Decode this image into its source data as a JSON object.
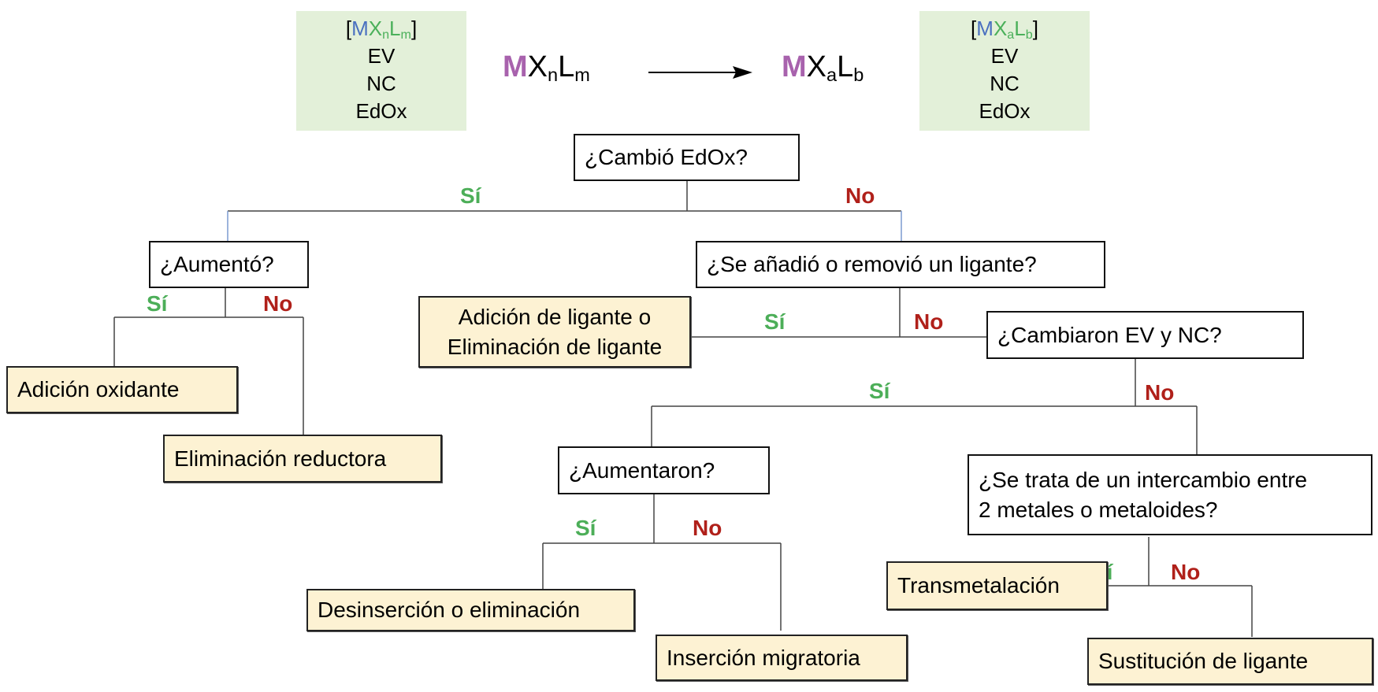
{
  "header": {
    "left_panel": {
      "formula": {
        "open": "[",
        "M": "M",
        "X": "X",
        "n": "n",
        "L": "L",
        "m": "m",
        "close": "]"
      },
      "rows": [
        "EV",
        "NC",
        "EdOx"
      ]
    },
    "reactant": {
      "M": "M",
      "X": "X",
      "n": "n",
      "L": "L",
      "m": "m"
    },
    "product": {
      "M": "M",
      "X": "X",
      "a": "a",
      "L": "L",
      "b": "b"
    },
    "right_panel": {
      "formula": {
        "open": "[",
        "M": "M",
        "X": "X",
        "a": "a",
        "L": "L",
        "b": "b",
        "close": "]"
      },
      "rows": [
        "EV",
        "NC",
        "EdOx"
      ]
    }
  },
  "labels": {
    "yes": "Sí",
    "no": "No"
  },
  "questions": {
    "q1": "¿Cambió EdOx?",
    "q2": "¿Aumentó?",
    "q3": "¿Se añadió o removió un ligante?",
    "q4": "¿Cambiaron EV y NC?",
    "q5": "¿Aumentaron?",
    "q6_line1": "¿Se trata de un intercambio entre",
    "q6_line2": "2 metales o metaloides?"
  },
  "results": {
    "oxidative_addition": "Adición oxidante",
    "reductive_elimination": "Eliminación reductora",
    "ligand_add_line1": "Adición de ligante o",
    "ligand_add_line2": "Eliminación de ligante",
    "deinsertion": "Desinserción o eliminación",
    "migratory_insertion": "Inserción migratoria",
    "transmetalation": "Transmetalación",
    "ligand_substitution": "Sustitución de ligante"
  },
  "colors": {
    "yes": "#4cae58",
    "no": "#b0201a",
    "metal": "#a862ad",
    "panel": "#e3f0d9",
    "result_box": "#fdf2d3"
  }
}
